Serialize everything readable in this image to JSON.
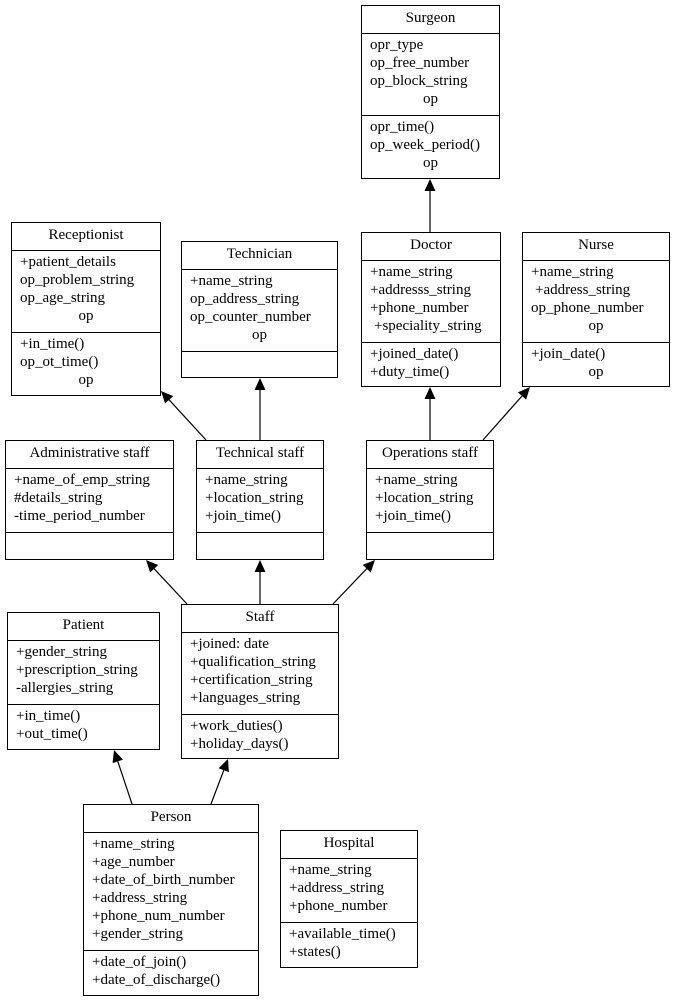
{
  "classes": {
    "surgeon": {
      "name": "Surgeon",
      "attributes": [
        "opr_type",
        "op_free_number",
        "op_block_string",
        "op"
      ],
      "methods": [
        "opr_time()",
        "op_week_period()",
        "op"
      ]
    },
    "receptionist": {
      "name": "Receptionist",
      "attributes": [
        "+patient_details",
        "op_problem_string",
        "op_age_string",
        "op"
      ],
      "methods": [
        "+in_time()",
        "op_ot_time()",
        "op"
      ]
    },
    "technician": {
      "name": "Technician",
      "attributes": [
        "+name_string",
        "op_address_string",
        "op_counter_number",
        "op"
      ],
      "methods": []
    },
    "doctor": {
      "name": "Doctor",
      "attributes": [
        "+name_string",
        "+addresss_string",
        "+phone_number",
        "+speciality_string"
      ],
      "methods": [
        "+joined_date()",
        "+duty_time()"
      ]
    },
    "nurse": {
      "name": "Nurse",
      "attributes": [
        "+name_string",
        "+address_string",
        "op_phone_number",
        "op"
      ],
      "methods": [
        "+join_date()",
        "op"
      ]
    },
    "admin_staff": {
      "name": "Administrative staff",
      "attributes": [
        "+name_of_emp_string",
        "#details_string",
        "-time_period_number"
      ],
      "methods": []
    },
    "technical_staff": {
      "name": "Technical staff",
      "attributes": [
        "+name_string",
        "+location_string",
        "+join_time()"
      ],
      "methods": []
    },
    "operations_staff": {
      "name": "Operations staff",
      "attributes": [
        "+name_string",
        "+location_string",
        "+join_time()"
      ],
      "methods": []
    },
    "patient": {
      "name": "Patient",
      "attributes": [
        "+gender_string",
        "+prescription_string",
        "-allergies_string"
      ],
      "methods": [
        "+in_time()",
        "+out_time()"
      ]
    },
    "staff": {
      "name": "Staff",
      "attributes": [
        "+joined: date",
        "+qualification_string",
        "+certification_string",
        "+languages_string"
      ],
      "methods": [
        "+work_duties()",
        "+holiday_days()"
      ]
    },
    "person": {
      "name": "Person",
      "attributes": [
        "+name_string",
        "+age_number",
        "+date_of_birth_number",
        "+address_string",
        "+phone_num_number",
        "+gender_string"
      ],
      "methods": [
        "+date_of_join()",
        "+date_of_discharge()"
      ]
    },
    "hospital": {
      "name": "Hospital",
      "attributes": [
        "+name_string",
        "+address_string",
        "+phone_number"
      ],
      "methods": [
        "+available_time()",
        "+states()"
      ]
    }
  },
  "relations": [
    {
      "type": "generalization",
      "from": "Doctor",
      "to": "Surgeon"
    },
    {
      "type": "generalization",
      "from": "Administrative staff",
      "to": "Receptionist"
    },
    {
      "type": "generalization",
      "from": "Technical staff",
      "to": "Technician"
    },
    {
      "type": "generalization",
      "from": "Operations staff",
      "to": "Doctor"
    },
    {
      "type": "generalization",
      "from": "Operations staff",
      "to": "Nurse"
    },
    {
      "type": "generalization",
      "from": "Staff",
      "to": "Administrative staff"
    },
    {
      "type": "generalization",
      "from": "Staff",
      "to": "Technical staff"
    },
    {
      "type": "generalization",
      "from": "Staff",
      "to": "Operations staff"
    },
    {
      "type": "generalization",
      "from": "Person",
      "to": "Patient"
    },
    {
      "type": "generalization",
      "from": "Person",
      "to": "Staff"
    }
  ]
}
